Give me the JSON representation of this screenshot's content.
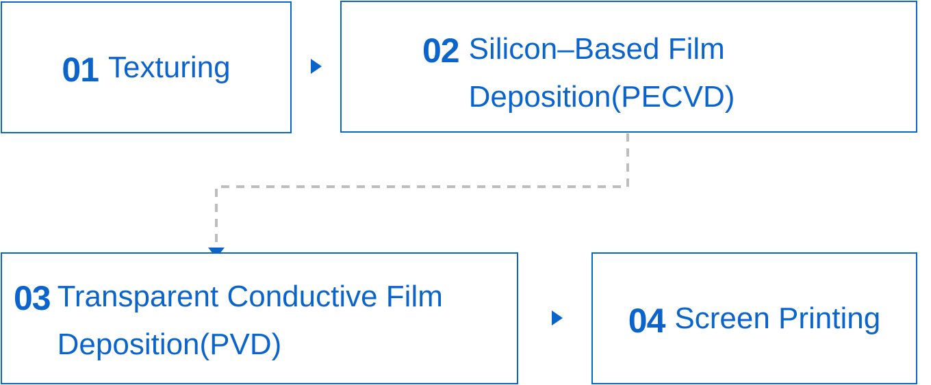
{
  "colors": {
    "accent": "#0a64cc",
    "connector": "#bdbdbd"
  },
  "steps": [
    {
      "number": "01",
      "label_lines": [
        "Texturing"
      ]
    },
    {
      "number": "02",
      "label_lines": [
        "Silicon–Based Film",
        "Deposition(PECVD)"
      ]
    },
    {
      "number": "03",
      "label_lines": [
        "Transparent Conductive Film",
        "Deposition(PVD)"
      ]
    },
    {
      "number": "04",
      "label_lines": [
        "Screen Printing"
      ]
    }
  ],
  "connectors": [
    {
      "from": "01",
      "to": "02",
      "style": "arrow-right"
    },
    {
      "from": "02",
      "to": "03",
      "style": "dashed-elbow-arrow-down"
    },
    {
      "from": "03",
      "to": "04",
      "style": "arrow-right"
    }
  ]
}
